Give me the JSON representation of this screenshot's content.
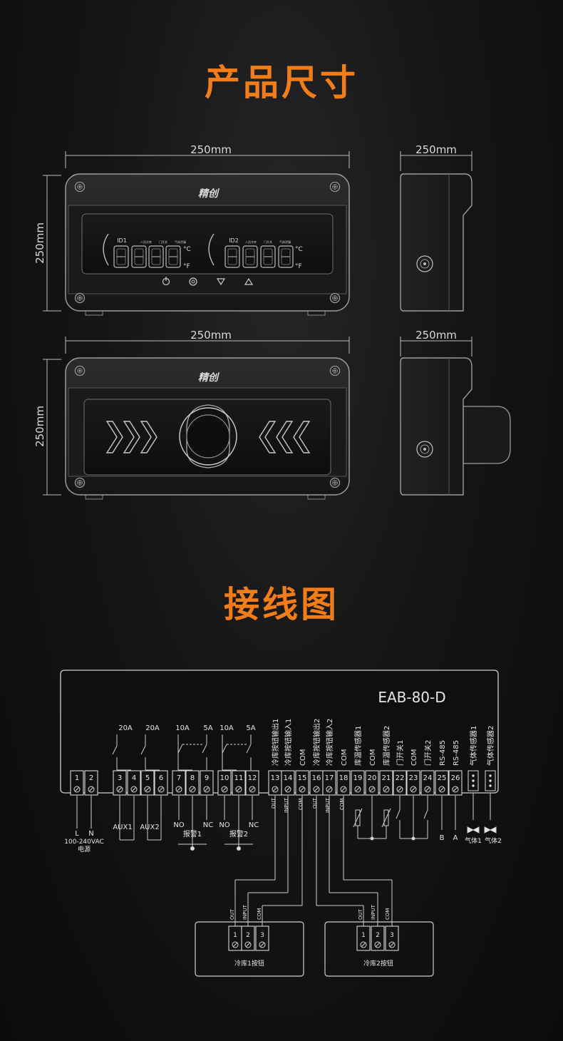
{
  "titles": {
    "dimensions": "产品尺寸",
    "wiring": "接线图"
  },
  "dims": {
    "w1": "250mm",
    "h1": "250mm",
    "s1": "250mm",
    "w2": "250mm",
    "h2": "250mm",
    "s2": "250mm"
  },
  "display": {
    "logo": "精创",
    "id1": "ID1",
    "id2": "ID2",
    "icon_labels": [
      "人员冷库",
      "门开关",
      "气体泄漏",
      "人员冷库",
      "门开关",
      "气体泄漏"
    ],
    "unit_c": "°C",
    "unit_f": "°F"
  },
  "wiring": {
    "model": "EAB-80-D",
    "terminals": [
      "1",
      "2",
      "3",
      "4",
      "5",
      "6",
      "7",
      "8",
      "9",
      "10",
      "11",
      "12",
      "13",
      "14",
      "15",
      "16",
      "17",
      "18",
      "19",
      "20",
      "21",
      "22",
      "23",
      "24",
      "25",
      "26"
    ],
    "ratings": [
      "20A",
      "20A",
      "10A",
      "5A",
      "10A",
      "5A"
    ],
    "vertical_labels": [
      "冷库按钮输出1",
      "冷库按钮输入1",
      "COM",
      "冷库按钮输出2",
      "冷库按钮输入2",
      "COM",
      "库温传感器1",
      "COM",
      "库温传感器2",
      "门开关1",
      "COM",
      "门开关2",
      "RS-485",
      "RS-485",
      "气体传感器1",
      "气体传感器2"
    ],
    "bottom": {
      "L": "L",
      "N": "N",
      "voltage": "100-240VAC",
      "power": "电源",
      "aux1": "AUX1",
      "aux2": "AUX2",
      "no1": "NO",
      "nc1": "NC",
      "alarm1": "报警1",
      "no2": "NO",
      "nc2": "NC",
      "alarm2": "报警2",
      "b": "B",
      "a": "A",
      "gas1": "气体1",
      "gas2": "气体2"
    },
    "conn": {
      "out": "OUT",
      "input": "INPUT",
      "com": "COM"
    },
    "buttons": [
      {
        "name": "冷库1按钮",
        "terms": [
          "1",
          "2",
          "3"
        ]
      },
      {
        "name": "冷库2按钮",
        "terms": [
          "1",
          "2",
          "3"
        ]
      }
    ]
  }
}
